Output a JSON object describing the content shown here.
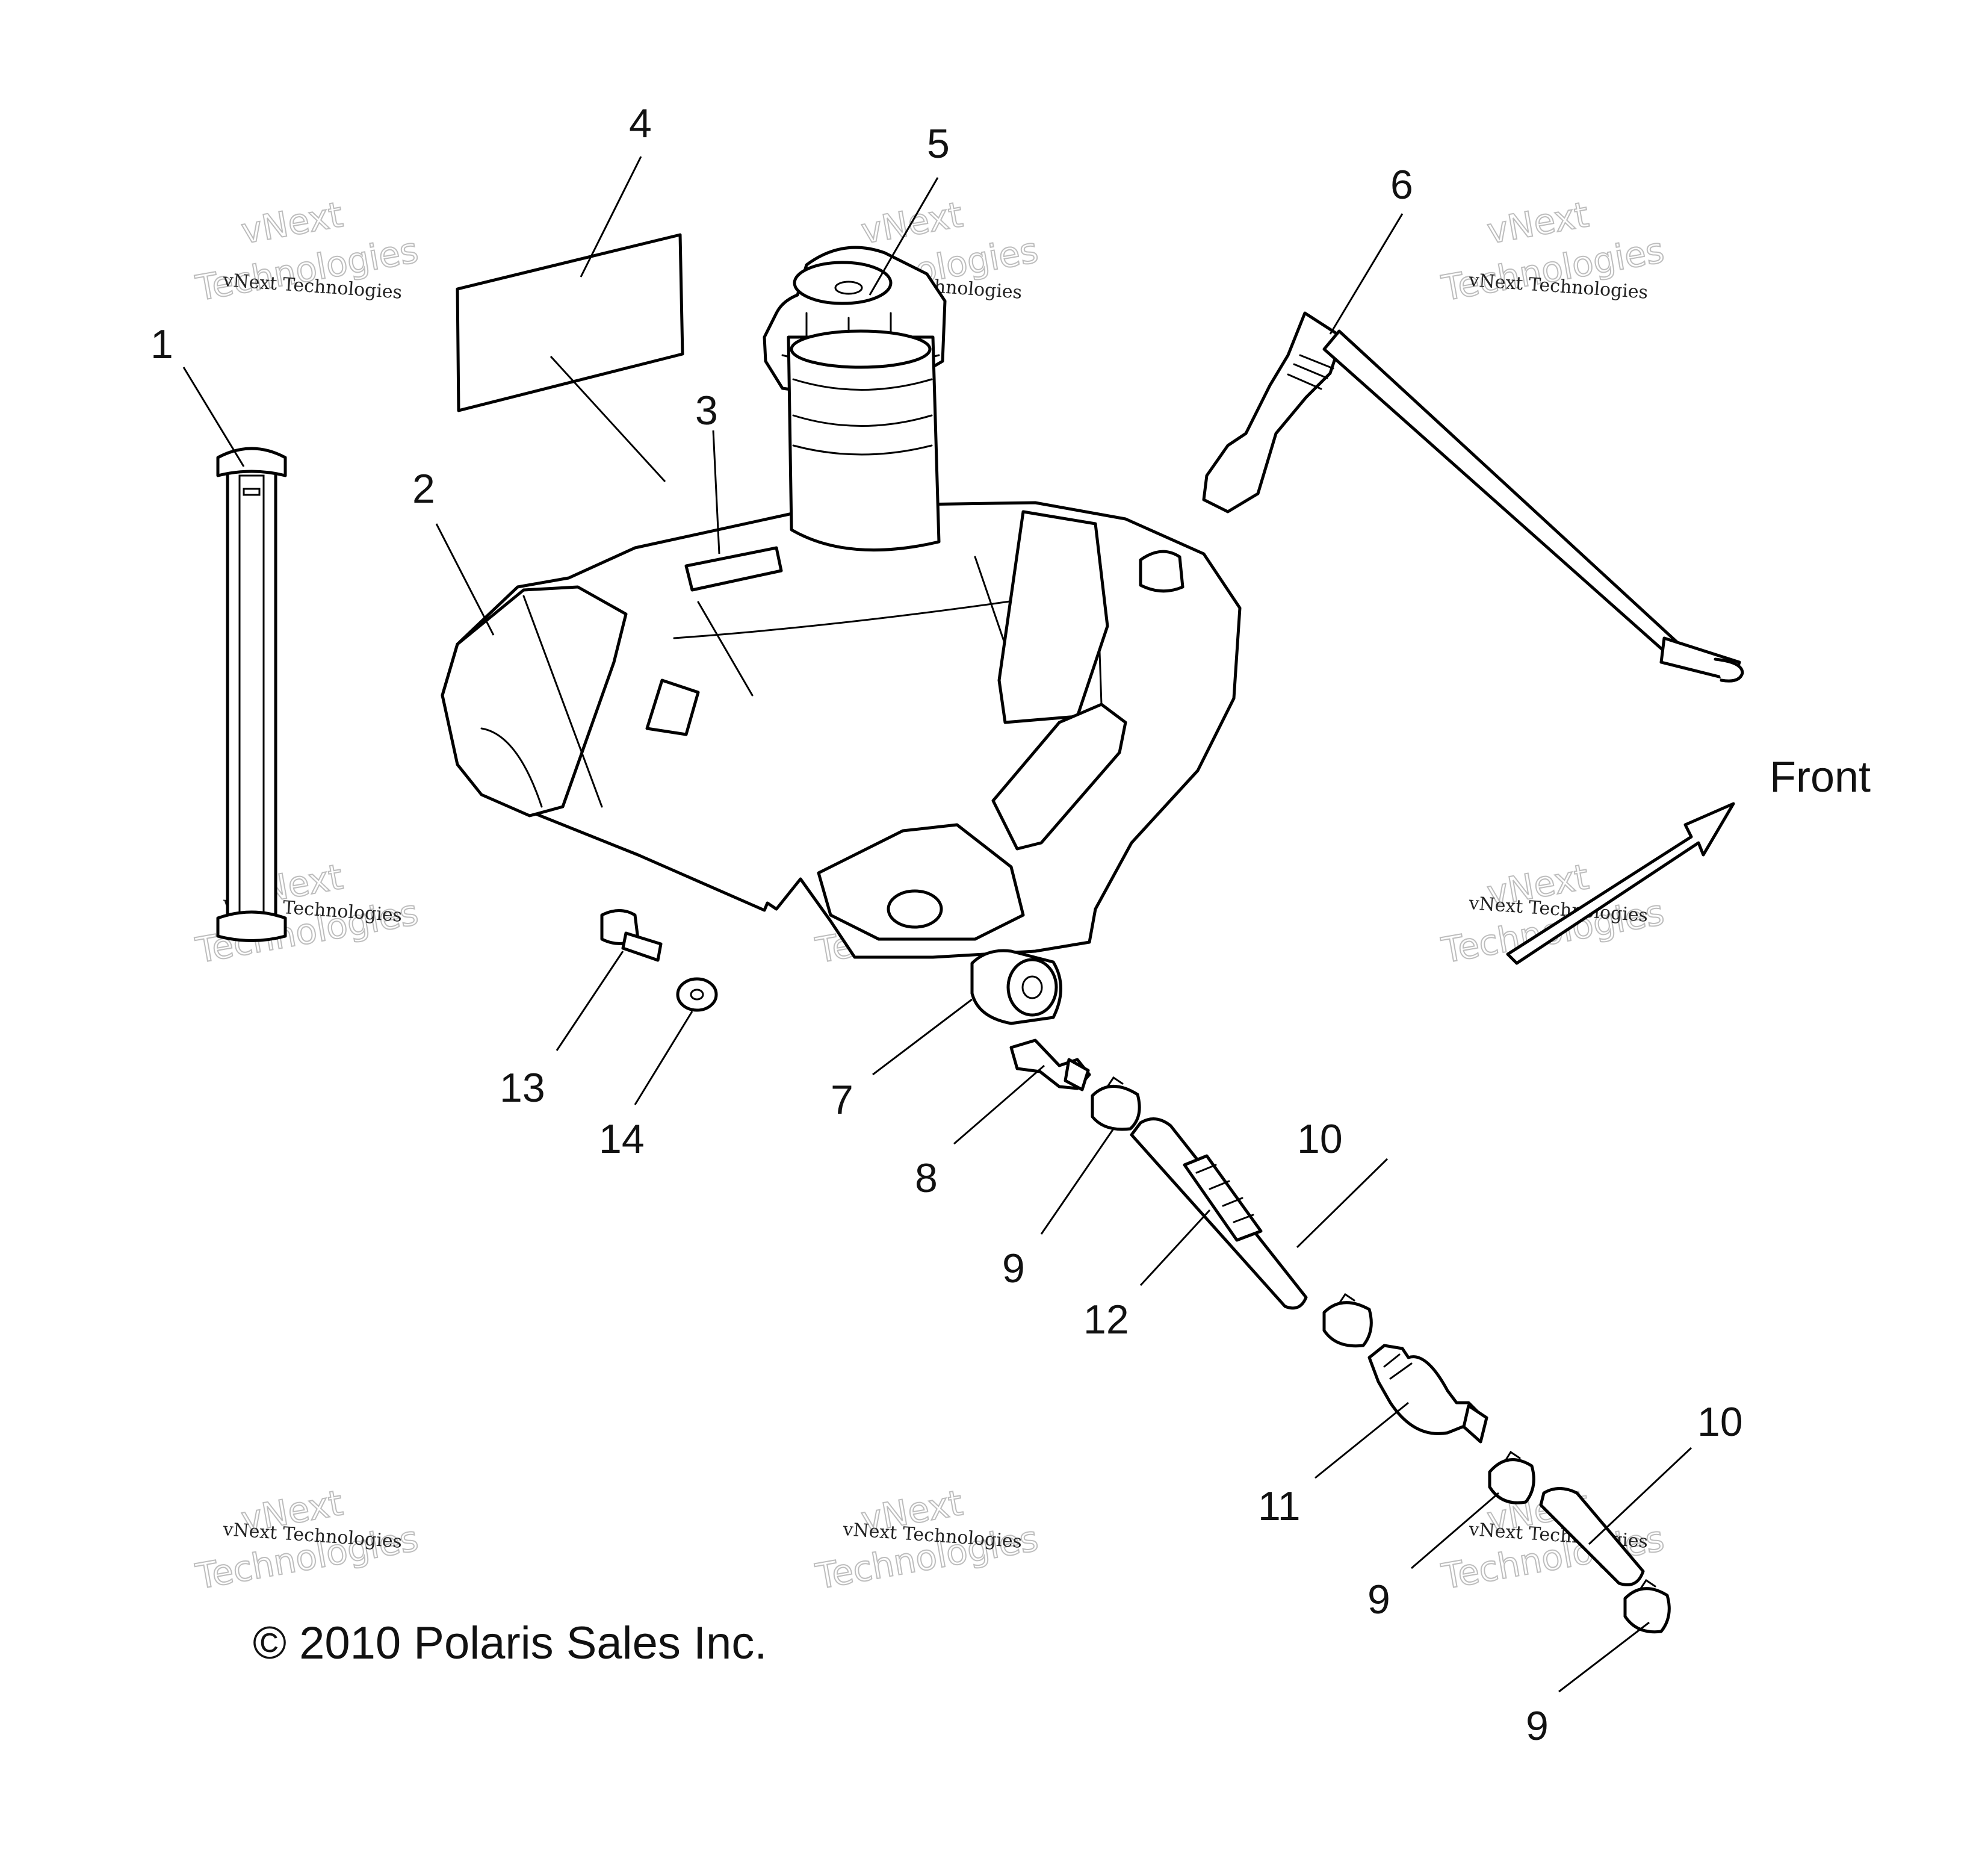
{
  "callouts": [
    {
      "id": "1",
      "label": "1"
    },
    {
      "id": "2",
      "label": "2"
    },
    {
      "id": "3",
      "label": "3"
    },
    {
      "id": "4",
      "label": "4"
    },
    {
      "id": "5",
      "label": "5"
    },
    {
      "id": "6",
      "label": "6"
    },
    {
      "id": "7",
      "label": "7"
    },
    {
      "id": "8",
      "label": "8"
    },
    {
      "id": "9a",
      "label": "9"
    },
    {
      "id": "10a",
      "label": "10"
    },
    {
      "id": "12",
      "label": "12"
    },
    {
      "id": "11",
      "label": "11"
    },
    {
      "id": "9b",
      "label": "9"
    },
    {
      "id": "10b",
      "label": "10"
    },
    {
      "id": "9c",
      "label": "9"
    },
    {
      "id": "13",
      "label": "13"
    },
    {
      "id": "14",
      "label": "14"
    }
  ],
  "direction_label": "Front",
  "copyright": "© 2010 Polaris Sales Inc.",
  "watermark": {
    "line1": "vNext Technologies",
    "line2": "vNext",
    "line3": "Technologies"
  },
  "colors": {
    "line": "#000000",
    "background": "#ffffff",
    "watermark": "#bdbdbd"
  }
}
